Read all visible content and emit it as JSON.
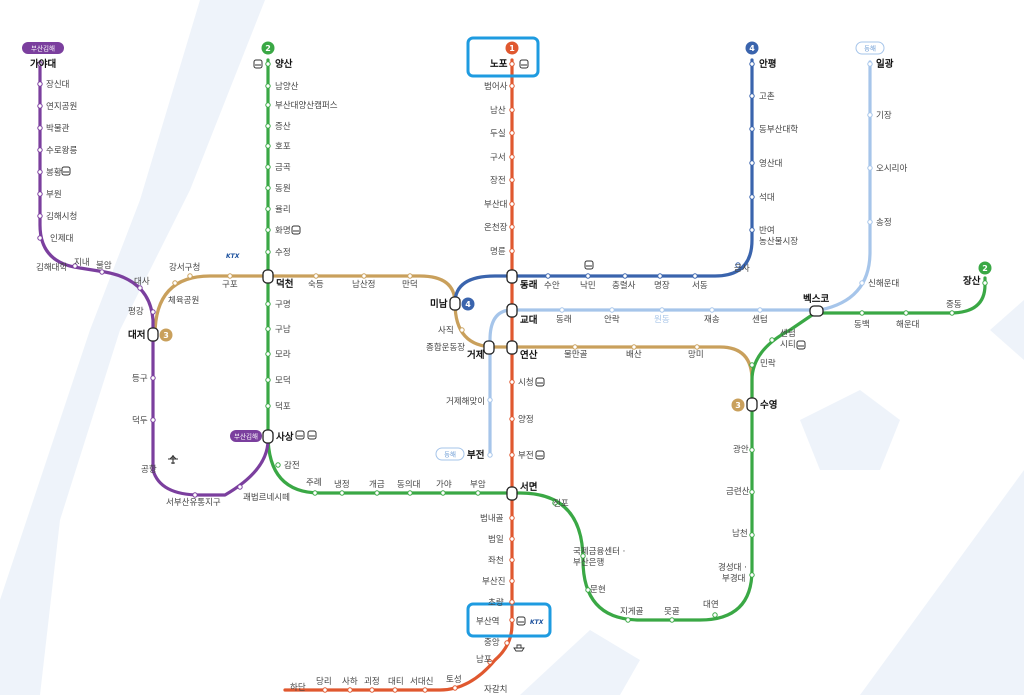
{
  "colors": {
    "line1": "#e0582f",
    "line2": "#3aa845",
    "line3": "#c9a05c",
    "line4": "#3a64ad",
    "gimhae": "#7b3f9e",
    "donghae": "#a6c5ea",
    "highlight": "#1e9be0",
    "background_shape": "#eef3fa"
  },
  "line_badges": {
    "line1": "1",
    "line2": "2",
    "line3": "3",
    "line4": "4"
  },
  "line_tags": {
    "gimhae": "부산김해",
    "donghae": "동해"
  },
  "ktx_label": "KTX",
  "stations": {
    "gimhae_line": [
      "가야대",
      "장신대",
      "연지공원",
      "박물관",
      "수로왕릉",
      "봉황",
      "부원",
      "김해시청",
      "인제대",
      "김해대학",
      "지내",
      "불암",
      "대사",
      "평강",
      "대저",
      "등구",
      "덕두",
      "공항",
      "서부산유통지구",
      "괘법르네시떼",
      "사상"
    ],
    "line1": [
      "노포",
      "범어사",
      "남산",
      "두실",
      "구서",
      "장전",
      "부산대",
      "온천장",
      "명륜",
      "동래",
      "교대",
      "연산",
      "시청",
      "양정",
      "부전",
      "서면",
      "범내골",
      "범일",
      "좌천",
      "부산진",
      "초량",
      "부산역",
      "중앙",
      "남포",
      "자갈치",
      "토성",
      "서대신",
      "대티",
      "괴정",
      "사하",
      "당리",
      "하단"
    ],
    "line2": [
      "양산",
      "남양산",
      "부산대양산캠퍼스",
      "증산",
      "호포",
      "금곡",
      "동원",
      "율리",
      "화명",
      "수정",
      "덕천",
      "구명",
      "구남",
      "모라",
      "모덕",
      "덕포",
      "사상",
      "감전",
      "주례",
      "냉정",
      "개금",
      "동의대",
      "가야",
      "부암",
      "서면",
      "전포",
      "국제금융센터·부산은행",
      "문현",
      "지게골",
      "못골",
      "대연",
      "경성대·부경대",
      "남천",
      "금련산",
      "광안",
      "수영",
      "민락",
      "센텀시티",
      "벡스코",
      "동백",
      "해운대",
      "중동",
      "장산"
    ],
    "line3": [
      "대저",
      "체육공원",
      "강서구청",
      "구포",
      "덕천",
      "숙등",
      "남산정",
      "만덕",
      "미남",
      "사직",
      "종합운동장",
      "거제",
      "연산",
      "물만골",
      "배산",
      "망미",
      "수영"
    ],
    "line4": [
      "안평",
      "고촌",
      "동부산대학",
      "영산대",
      "석대",
      "반여농산물시장",
      "금사",
      "서동",
      "명장",
      "충렬사",
      "낙민",
      "수안",
      "동래",
      "미남"
    ],
    "donghae_line": [
      "일광",
      "기장",
      "오시리아",
      "송정",
      "신해운대",
      "벡스코",
      "센텀",
      "재송",
      "원동",
      "안락",
      "동래",
      "교대",
      "거제",
      "거제해맞이",
      "부전"
    ]
  },
  "station_labels": {
    "gayadae": "가야대",
    "jangsindae": "장신대",
    "yeonji": "연지공원",
    "museum": "박물관",
    "suro": "수로왕릉",
    "bonghwang": "봉황",
    "buwon": "부원",
    "gimhaecity": "김해시청",
    "inje": "인제대",
    "gimhaecollege": "김해대학",
    "jinae": "지내",
    "buram": "불암",
    "daesa": "대사",
    "pyeonggang": "평강",
    "daejeo": "대저",
    "deunggu": "등구",
    "deokdu": "덕두",
    "airport": "공항",
    "seobusan": "서부산유통지구",
    "gwaebeop": "괘법르네시떼",
    "nopo": "노포",
    "beomeosa": "범어사",
    "namsan": "남산",
    "dusil": "두실",
    "guseo": "구서",
    "jangjeon": "장전",
    "pnu": "부산대",
    "oncheonjang": "온천장",
    "myeongnyun": "명륜",
    "dongnae": "동래",
    "gyodae": "교대",
    "yeonsan": "연산",
    "cityhall": "시청",
    "yangjeong": "양정",
    "bujeon": "부전",
    "seomyeon": "서면",
    "beomnaegol": "범내골",
    "beomil": "범일",
    "jwacheon": "좌천",
    "busanjin": "부산진",
    "choryang": "초량",
    "busanstation": "부산역",
    "jungang": "중앙",
    "nampo": "남포",
    "jagalchi": "자갈치",
    "toseong": "토성",
    "seodaesin": "서대신",
    "daeti": "대티",
    "goejeong": "괴정",
    "saha": "사하",
    "dangni": "당리",
    "hadan": "하단",
    "yangsan": "양산",
    "namyangsan": "남양산",
    "pnuyangsan": "부산대양산캠퍼스",
    "jeungsan": "증산",
    "hopo": "호포",
    "geumgok": "금곡",
    "dongwon": "동원",
    "yulli": "율리",
    "hwamyeong": "화명",
    "sujeong": "수정",
    "deokcheon": "덕천",
    "gumyeong": "구명",
    "gunam": "구남",
    "mora": "모라",
    "modeok": "모덕",
    "deokpo": "덕포",
    "sasang": "사상",
    "gamjeon": "감전",
    "jurye": "주례",
    "naengjeong": "냉정",
    "gaegeum": "개금",
    "dongeui": "동의대",
    "gaya": "가야",
    "buam": "부암",
    "jeonpo": "전포",
    "ifc": "국제금융센터 ·",
    "ifc2": "부산은행",
    "munhyeon": "문현",
    "jigegol": "지게골",
    "motgol": "못골",
    "daeyeon": "대연",
    "kyungsung": "경성대 ·",
    "kyungsung2": "부경대",
    "namcheon": "남천",
    "geumnyeonsan": "금련산",
    "gwangan": "광안",
    "suyeong": "수영",
    "millak": "민락",
    "centum": "센텀",
    "centum2": "시티",
    "bexco": "벡스코",
    "dongbaek": "동백",
    "haeundae": "해운대",
    "jungdong": "중동",
    "jangsan": "장산",
    "sports": "체육공원",
    "gangseo": "강서구청",
    "gupo": "구포",
    "sukdeung": "숙등",
    "namsanjeong": "남산정",
    "mandeok": "만덕",
    "minam": "미남",
    "sajik": "사직",
    "stadium": "종합운동장",
    "geoje": "거제",
    "mulmangol": "물만골",
    "baesan": "배산",
    "mangmi": "망미",
    "anpyeong": "안평",
    "gochon": "고촌",
    "dongbusan": "동부산대학",
    "yeongsan": "영산대",
    "seokdae": "석대",
    "banyeo": "반여",
    "banyeo2": "농산물시장",
    "geumsa": "금사",
    "seodong": "서동",
    "myeongjang": "명장",
    "chungnyeol": "충렬사",
    "nangmin": "낙민",
    "suan": "수안",
    "ilgwang": "일광",
    "gijang": "기장",
    "osiria": "오시리아",
    "songjeong": "송정",
    "sinhaeundae": "신해운대",
    "dh_centum": "센텀",
    "jaesong": "재송",
    "wondong": "원동",
    "allak": "안락",
    "dh_dongnae": "동래",
    "geojehaemaji": "거제해맞이",
    "dh_bujeon": "부전",
    "sasang2": "사상"
  }
}
